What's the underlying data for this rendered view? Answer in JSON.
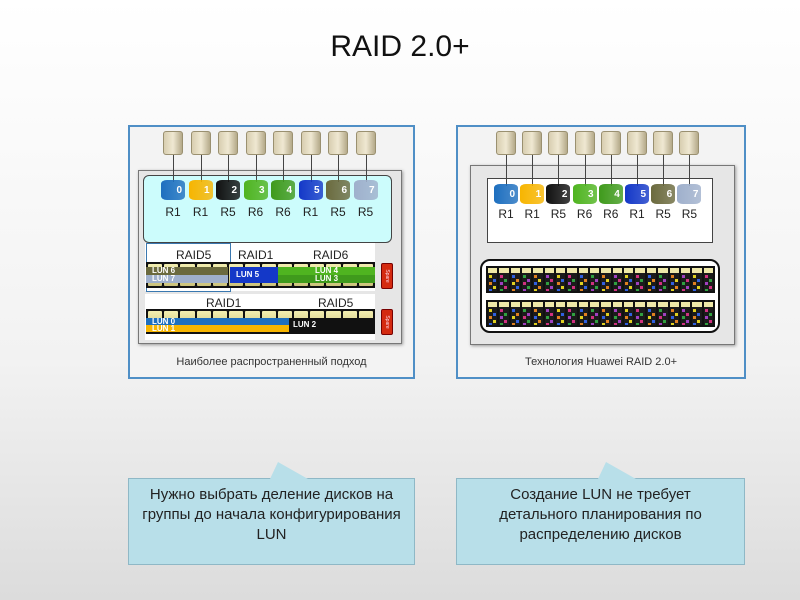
{
  "title": "RAID 2.0+",
  "disks": [
    {
      "n": "0",
      "raid": "R1",
      "color": "#1e6fbf"
    },
    {
      "n": "1",
      "raid": "R1",
      "color": "#f7b500"
    },
    {
      "n": "2",
      "raid": "R5",
      "color": "#111111"
    },
    {
      "n": "3",
      "raid": "R6",
      "color": "#4fb420"
    },
    {
      "n": "4",
      "raid": "R6",
      "color": "#3f9a1c"
    },
    {
      "n": "5",
      "raid": "R1",
      "color": "#1438c8"
    },
    {
      "n": "6",
      "raid": "R5",
      "color": "#6b6a3e"
    },
    {
      "n": "7",
      "raid": "R5",
      "color": "#9fb0cc"
    }
  ],
  "left": {
    "caption": "Наиболее распространенный подход",
    "group1": {
      "labels": [
        "RAID5",
        "RAID1",
        "RAID6"
      ],
      "luns": [
        "LUN 6",
        "LUN 7",
        "LUN 5",
        "LUN 4",
        "LUN 3"
      ]
    },
    "group2": {
      "labels": [
        "RAID1",
        "RAID5"
      ],
      "luns": [
        "LUN 0",
        "LUN 1",
        "LUN 2"
      ]
    },
    "spare": "Spare"
  },
  "right": {
    "caption": "Технология Huawei RAID 2.0+"
  },
  "callouts": {
    "left": "Нужно выбрать деление дисков на группы до начала конфигурирования LUN",
    "right": "Создание LUN не требует детального планирования по распределению дисков"
  }
}
